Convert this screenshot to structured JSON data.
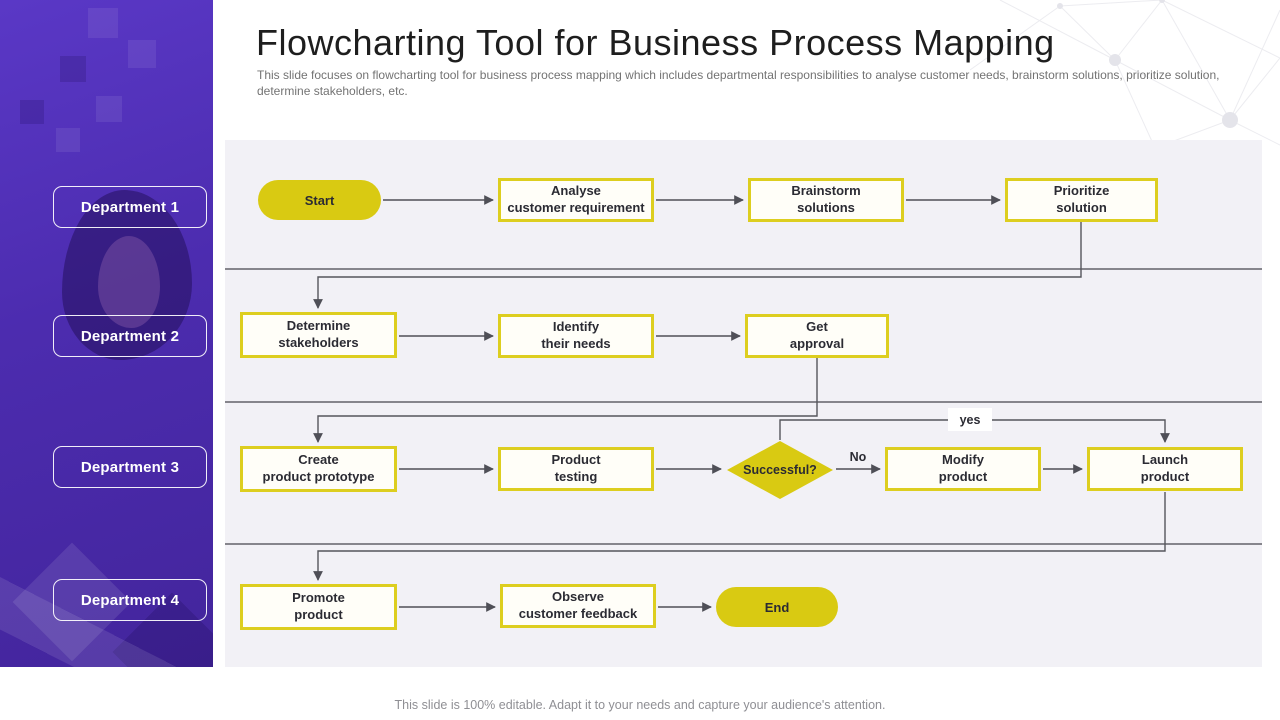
{
  "slide": {
    "title": "Flowcharting Tool for Business Process Mapping",
    "subtitle": "This slide focuses on flowcharting tool for business process mapping which includes departmental responsibilities to analyse customer needs, brainstorm solutions, prioritize solution, determine stakeholders, etc.",
    "footer": "This slide is 100% editable. Adapt it to your needs and capture your audience's attention."
  },
  "sidebar": {
    "departments": [
      "Department 1",
      "Department 2",
      "Department 3",
      "Department 4"
    ]
  },
  "flow": {
    "start": "Start",
    "analyse": "Analyse\ncustomer requirement",
    "brainstorm": "Brainstorm\nsolutions",
    "prioritize": "Prioritize\nsolution",
    "determine": "Determine\nstakeholders",
    "identify": "Identify\ntheir needs",
    "approval": "Get\napproval",
    "create": "Create\nproduct prototype",
    "testing": "Product\ntesting",
    "successful": "Successful?",
    "no": "No",
    "yes": "yes",
    "modify": "Modify\nproduct",
    "launch": "Launch\nproduct",
    "promote": "Promote\nproduct",
    "observe": "Observe\ncustomer feedback",
    "end": "End"
  },
  "flow_edges": [
    {
      "from": "Start",
      "to": "Analyse customer requirement"
    },
    {
      "from": "Analyse customer requirement",
      "to": "Brainstorm solutions"
    },
    {
      "from": "Brainstorm solutions",
      "to": "Prioritize solution"
    },
    {
      "from": "Prioritize solution",
      "to": "Determine stakeholders"
    },
    {
      "from": "Determine stakeholders",
      "to": "Identify their needs"
    },
    {
      "from": "Identify their needs",
      "to": "Get approval"
    },
    {
      "from": "Get approval",
      "to": "Create product prototype"
    },
    {
      "from": "Create product prototype",
      "to": "Product testing"
    },
    {
      "from": "Product testing",
      "to": "Successful?"
    },
    {
      "from": "Successful?",
      "to": "Modify product",
      "label": "No"
    },
    {
      "from": "Modify product",
      "to": "Launch product"
    },
    {
      "from": "Successful?",
      "to": "Launch product",
      "label": "yes"
    },
    {
      "from": "Launch product",
      "to": "Promote product"
    },
    {
      "from": "Promote product",
      "to": "Observe customer feedback"
    },
    {
      "from": "Observe customer feedback",
      "to": "End"
    }
  ],
  "colors": {
    "accent_yellow": "#d9ca12",
    "box_border_yellow": "#ddce1f",
    "sidebar_purple": "#4c2caf",
    "lane_background": "#f2f1f6",
    "connector_gray": "#4f4f57"
  }
}
